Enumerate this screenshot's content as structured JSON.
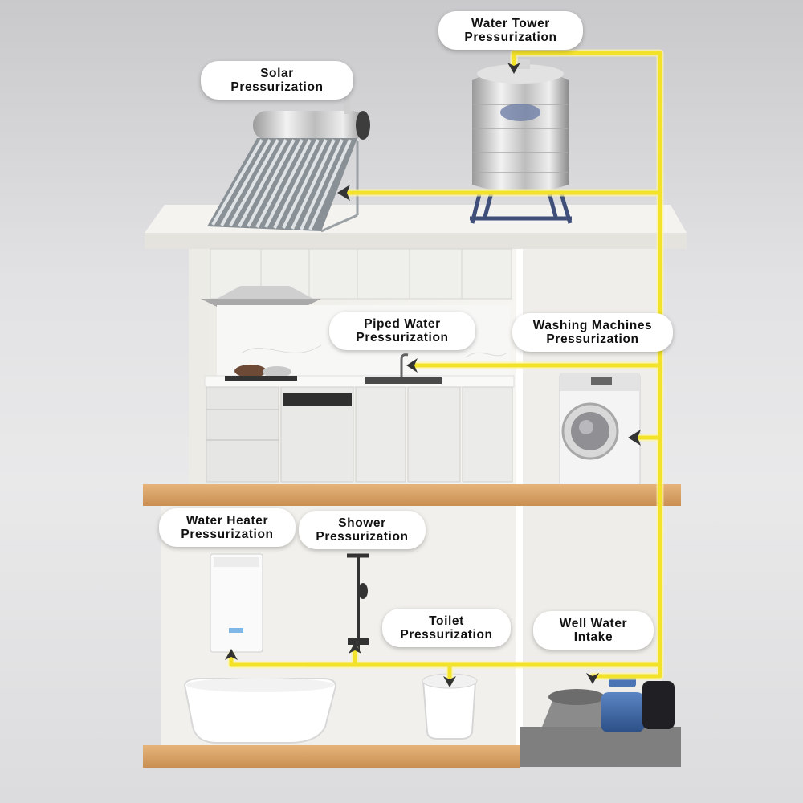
{
  "labels": {
    "water_tower": {
      "line1": "Water Tower",
      "line2": "Pressurization"
    },
    "solar": {
      "line1": "Solar",
      "line2": "Pressurization"
    },
    "piped_water": {
      "line1": "Piped Water",
      "line2": "Pressurization"
    },
    "washing_machines": {
      "line1": "Washing Machines",
      "line2": "Pressurization"
    },
    "water_heater": {
      "line1": "Water Heater",
      "line2": "Pressurization"
    },
    "shower": {
      "line1": "Shower",
      "line2": "Pressurization"
    },
    "toilet": {
      "line1": "Toilet",
      "line2": "Pressurization"
    },
    "well_water": {
      "line1": "Well Water",
      "line2": "Intake"
    }
  },
  "colors": {
    "pipe": "#f6ea3a",
    "pipe_glow": "#fff7a0",
    "arrow": "#333333",
    "wood": "#d9a56a",
    "wall": "#f1efe9"
  }
}
